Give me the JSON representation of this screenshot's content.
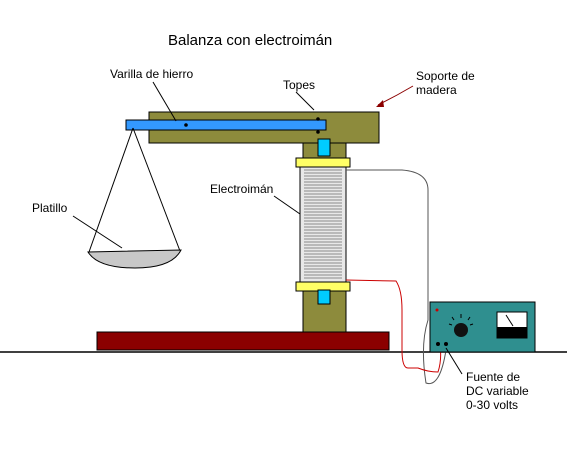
{
  "title": "Balanza con electroimán",
  "labels": {
    "rod": "Varilla de hierro",
    "stops": "Topes",
    "support_line1": "Soporte de",
    "support_line2": "madera",
    "electromagnet": "Electroimán",
    "pan": "Platillo",
    "source_line1": "Fuente de",
    "source_line2": "DC variable",
    "source_line3": "0-30 volts"
  },
  "colors": {
    "wood": "#8d8b3c",
    "rod": "#3399ff",
    "base": "#8b0000",
    "coil_band": "#ffff66",
    "stop": "#00ccff",
    "power_supply": "#2f8f8f",
    "pan": "#c8c8c8",
    "wire_red": "#cc0000",
    "arrow": "#8b0000"
  }
}
